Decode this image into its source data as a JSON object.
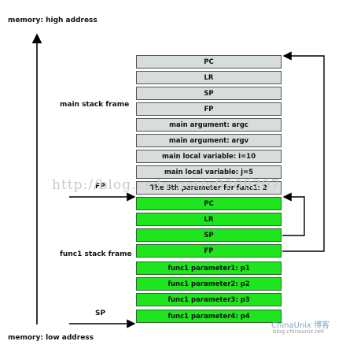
{
  "labels": {
    "top": "memory: high address",
    "bottom": "memory: low address",
    "main_frame": "main stack frame",
    "func1_frame": "func1 stack frame",
    "fp": "FP",
    "sp": "SP"
  },
  "main_cells": [
    "PC",
    "LR",
    "SP",
    "FP",
    "main argument:  argc",
    "main argument:  argv",
    "main local variable:  i=10",
    "main local variable:  j=5",
    "The 5th parameter for func1: 2"
  ],
  "func1_cells": [
    "PC",
    "LR",
    "SP",
    "FP",
    "func1 parameter1: p1",
    "func1 parameter2: p2",
    "func1 parameter3: p3",
    "func1 parameter4: p4"
  ],
  "watermark": "http://blog.csdn.net/u0200207",
  "logo": {
    "name": "ChinaUnix 博客",
    "url": "blog.chinaunix.net"
  },
  "colors": {
    "main_fill": "#d7dcdc",
    "func1_fill": "#1fe51f"
  }
}
